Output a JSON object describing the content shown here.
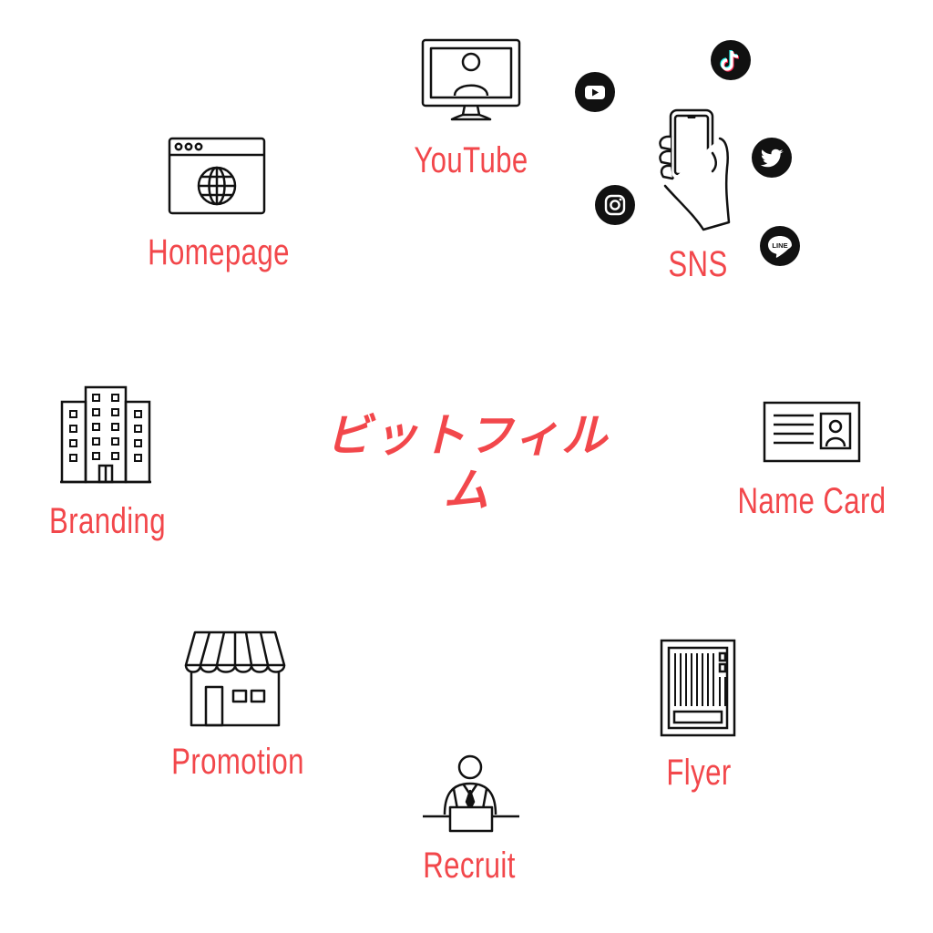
{
  "brand": {
    "logo_text": "ビットフィルム",
    "color": "#f2474b"
  },
  "nodes": {
    "youtube": {
      "label": "YouTube",
      "icon": "monitor-person-icon"
    },
    "sns": {
      "label": "SNS",
      "icon": "hand-smartphone-icon",
      "platforms": [
        {
          "name": "tiktok",
          "icon": "tiktok-icon"
        },
        {
          "name": "youtube",
          "icon": "youtube-play-icon"
        },
        {
          "name": "twitter",
          "icon": "twitter-icon"
        },
        {
          "name": "instagram",
          "icon": "instagram-icon"
        },
        {
          "name": "line",
          "icon": "line-icon",
          "text": "LINE"
        }
      ]
    },
    "homepage": {
      "label": "Homepage",
      "icon": "browser-globe-icon"
    },
    "branding": {
      "label": "Branding",
      "icon": "office-building-icon"
    },
    "name_card": {
      "label": "Name Card",
      "icon": "id-card-icon"
    },
    "promotion": {
      "label": "Promotion",
      "icon": "storefront-icon"
    },
    "flyer": {
      "label": "Flyer",
      "icon": "flyer-icon"
    },
    "recruit": {
      "label": "Recruit",
      "icon": "businessperson-laptop-icon"
    }
  },
  "colors": {
    "accent": "#f2474b",
    "line": "#111111",
    "background": "#ffffff"
  }
}
